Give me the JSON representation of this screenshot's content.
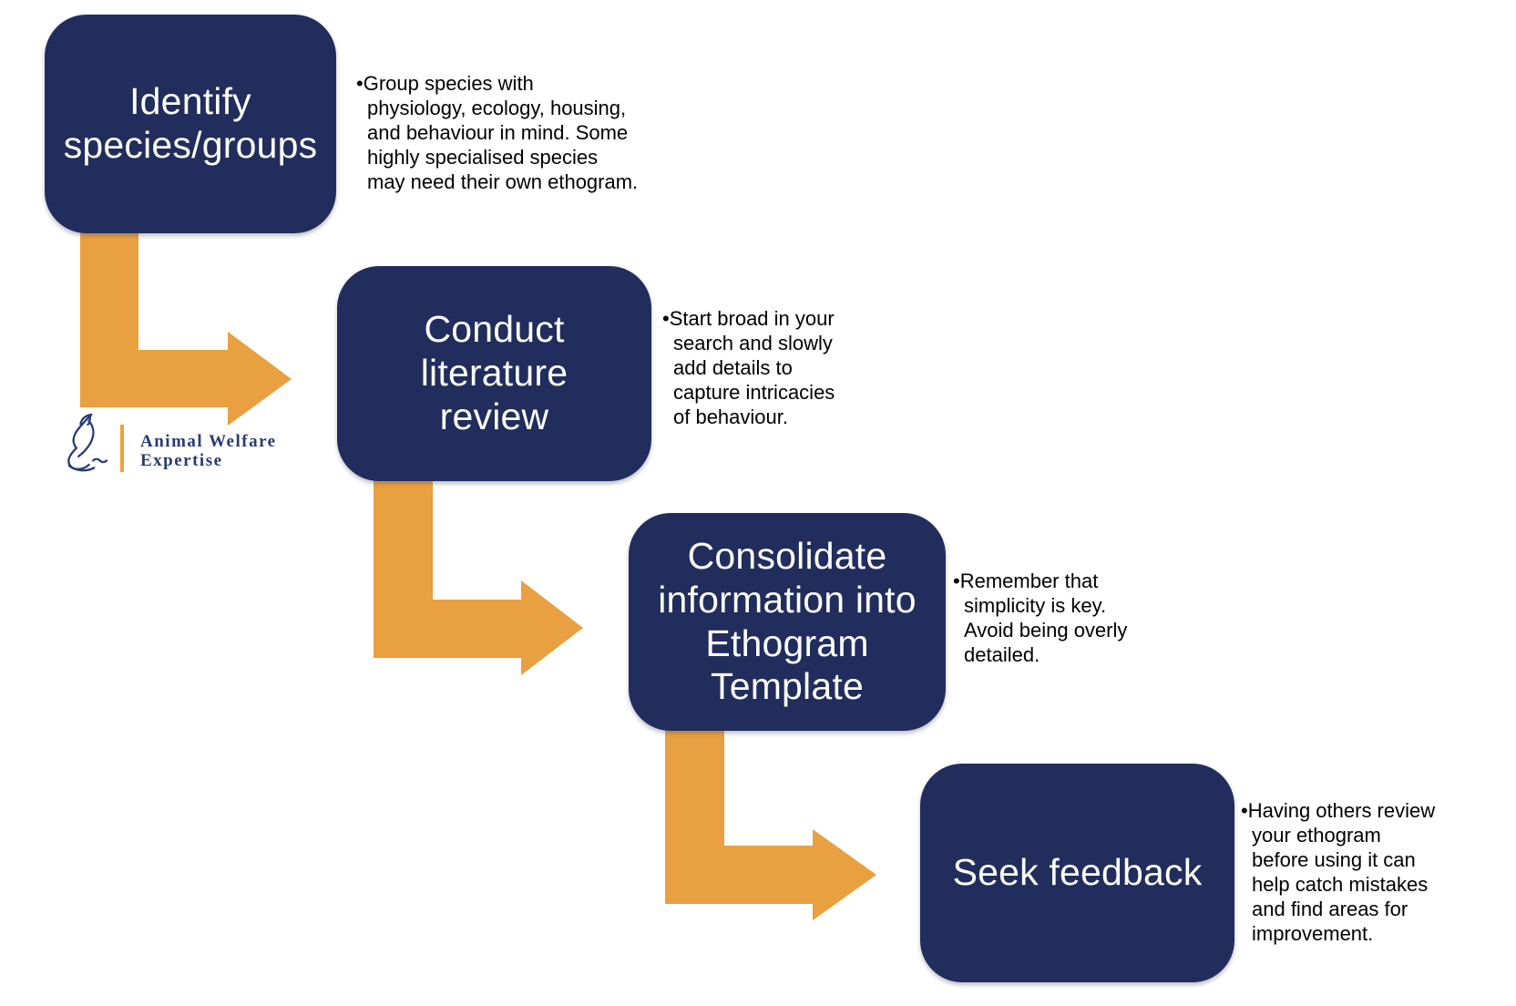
{
  "title": "Ethogram creation process flowchart",
  "colors": {
    "box_navy": "#212d5c",
    "arrow_orange": "#e9a040",
    "note_text": "#000000",
    "box_text": "#fdfdfd",
    "logo_navy": "#2a3a72",
    "logo_divider_orange": "#eda23c",
    "background": "#ffffff"
  },
  "steps": [
    {
      "box_label": "Identify\nspecies/groups",
      "note": "•Group species with\nphysiology, ecology, housing,\nand behaviour in mind. Some\nhighly specialised species\nmay need their own ethogram."
    },
    {
      "box_label": "Conduct\nliterature\nreview",
      "note": "•Start broad in your\nsearch and slowly\nadd details to\ncapture intricacies\nof behaviour."
    },
    {
      "box_label": "Consolidate\ninformation into\nEthogram\nTemplate",
      "note": "•Remember that\nsimplicity is key.\nAvoid being overly\ndetailed."
    },
    {
      "box_label": "Seek feedback",
      "note": "•Having others review\nyour ethogram\nbefore using it can\nhelp catch mistakes\nand find areas for\nimprovement."
    }
  ],
  "logo": {
    "icon": "fox-sketch-icon",
    "brand_line1": "Animal Welfare",
    "brand_line2": "Expertise"
  }
}
